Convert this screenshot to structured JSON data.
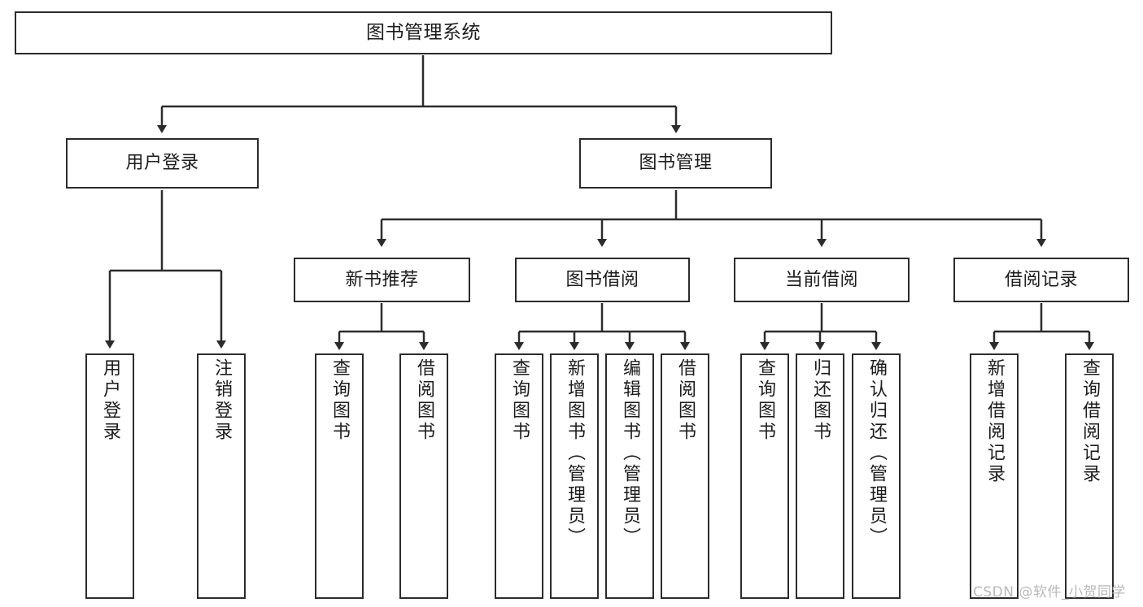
{
  "diagram": {
    "title": "图书管理系统",
    "type": "tree-hierarchy-chart",
    "root": {
      "id": "root",
      "label": "图书管理系统"
    },
    "level2": [
      {
        "id": "user-login",
        "label": "用户登录"
      },
      {
        "id": "book-management",
        "label": "图书管理"
      }
    ],
    "level3": [
      {
        "id": "new-book-recommend",
        "label": "新书推荐"
      },
      {
        "id": "book-borrow",
        "label": "图书借阅"
      },
      {
        "id": "current-borrow",
        "label": "当前借阅"
      },
      {
        "id": "borrow-record",
        "label": "借阅记录"
      }
    ],
    "leaves": {
      "user_login": [
        {
          "id": "leaf-user-login",
          "label": "用户登录"
        },
        {
          "id": "leaf-logout-login",
          "label": "注销登录"
        }
      ],
      "new_book_recommend": [
        {
          "id": "leaf-query-book-1",
          "label": "查询图书"
        },
        {
          "id": "leaf-borrow-book-1",
          "label": "借阅图书"
        }
      ],
      "book_borrow": [
        {
          "id": "leaf-query-book-2",
          "label": "查询图书"
        },
        {
          "id": "leaf-add-book",
          "label": "新增图书（管理员）"
        },
        {
          "id": "leaf-edit-book",
          "label": "编辑图书（管理员）"
        },
        {
          "id": "leaf-borrow-book-2",
          "label": "借阅图书"
        }
      ],
      "current_borrow": [
        {
          "id": "leaf-query-book-3",
          "label": "查询图书"
        },
        {
          "id": "leaf-return-book",
          "label": "归还图书"
        },
        {
          "id": "leaf-confirm-return",
          "label": "确认归还（管理员）"
        }
      ],
      "borrow_record": [
        {
          "id": "leaf-add-record",
          "label": "新增借阅记录"
        },
        {
          "id": "leaf-query-record",
          "label": "查询借阅记录"
        }
      ]
    }
  },
  "watermark": {
    "text": "CSDN @软件_小贺同学"
  },
  "colors": {
    "background": "#ffffff",
    "box_border": "#2b2b2b",
    "box_fill": "#ffffff",
    "edge": "#2b2b2b",
    "text": "#1c1c1c",
    "watermark": "#b8b8b8"
  }
}
